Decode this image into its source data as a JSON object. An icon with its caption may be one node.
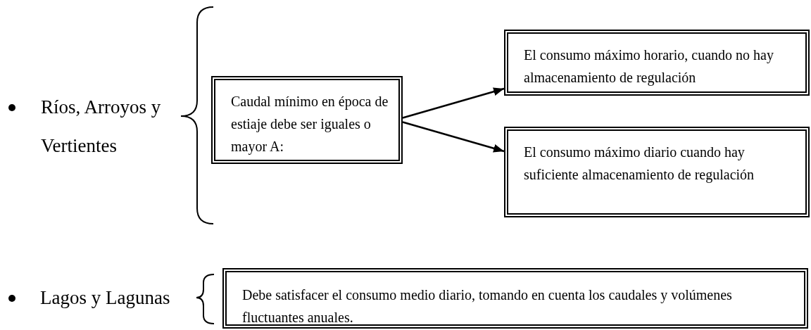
{
  "diagram": {
    "nodes": [
      {
        "text": [
          "Caudal mínimo en época de estiaje debe ser iguales o mayor A:"
        ]
      },
      {
        "text": [
          "El consumo máximo horario, cuando no hay almacenamiento de regulación"
        ]
      },
      {
        "text": [
          "El consumo máximo diario cuando hay suficiente almacenamiento de regulación"
        ]
      },
      {
        "text": [
          "Debe satisfacer el consumo medio diario, tomando en cuenta los caudales y volúmenes fluctuantes anuales."
        ]
      }
    ],
    "edges": [
      {
        "from": 0,
        "to": 1,
        "arrow": "to"
      },
      {
        "from": 0,
        "to": 2,
        "arrow": "to"
      }
    ],
    "labels": [
      "Ríos, Arroyos y Vertientes",
      "Lagos y Lagunas"
    ]
  }
}
